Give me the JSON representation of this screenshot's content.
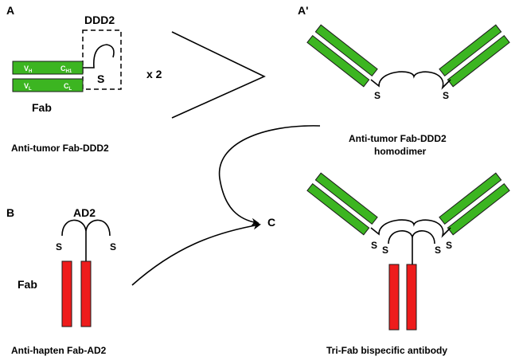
{
  "colors": {
    "fab_green": "#3cb521",
    "fab_red": "#ee1c1c",
    "outline": "#1a1a1a",
    "background": "#ffffff"
  },
  "panels": {
    "a": "A",
    "a_prime": "A'",
    "b": "B",
    "c": "C"
  },
  "panel_a": {
    "ddd2_label": "DDD2",
    "vh_main": "V",
    "vh_sub": "H",
    "ch1_main": "C",
    "ch1_sub": "H1",
    "vl_main": "V",
    "vl_sub": "L",
    "cl_main": "C",
    "cl_sub": "L",
    "fab_label": "Fab",
    "s_label": "S",
    "multiplier": "x 2",
    "caption": "Anti-tumor Fab-DDD2"
  },
  "panel_a_prime": {
    "s_left": "S",
    "s_right": "S",
    "caption_line1": "Anti-tumor Fab-DDD2",
    "caption_line2": "homodimer"
  },
  "panel_b": {
    "ad2_label": "AD2",
    "s_left": "S",
    "s_right": "S",
    "fab_label": "Fab",
    "caption": "Anti-hapten Fab-AD2"
  },
  "panel_c": {
    "s_outer_left": "S",
    "s_inner_left": "S",
    "s_inner_right": "S",
    "s_outer_right": "S",
    "caption": "Tri-Fab bispecific antibody"
  }
}
